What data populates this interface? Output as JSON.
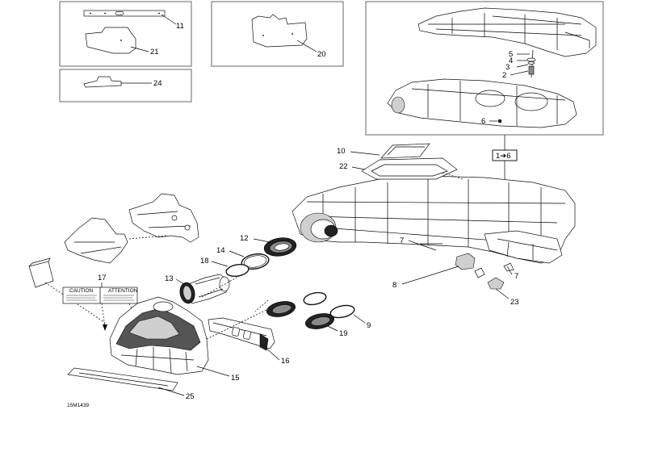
{
  "diagram": {
    "labels": {
      "p1to6": "1➔6",
      "p2": "2",
      "p3": "3",
      "p4": "4",
      "p5": "5",
      "p6": "6",
      "p7a": "7",
      "p7b": "7",
      "p8": "8",
      "p9": "9",
      "p10": "10",
      "p11": "11",
      "p12": "12",
      "p13": "13",
      "p14": "14",
      "p15": "15",
      "p16": "16",
      "p17": "17",
      "p18": "18",
      "p19": "19",
      "p20": "20",
      "p21": "21",
      "p22": "22",
      "p23": "23",
      "p24": "24",
      "p25": "25"
    },
    "sticker": {
      "left_title": "CAUTION",
      "right_title": "ATTENTION"
    },
    "drawing_code": "15M1439"
  }
}
